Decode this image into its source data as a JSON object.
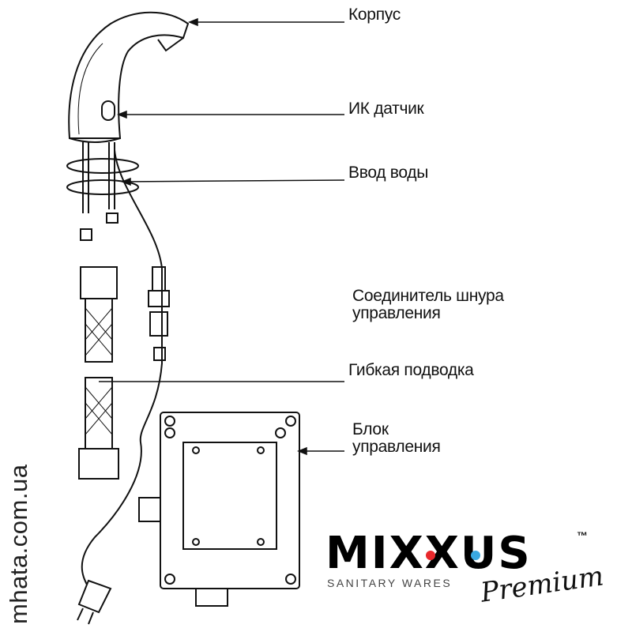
{
  "labels": {
    "body": "Корпус",
    "ir_sensor": "ИК датчик",
    "water_inlet": "Ввод воды",
    "connector_line1": "Соединитель шнура",
    "connector_line2": "управления",
    "flex_hose": "Гибкая подводка",
    "control_unit_line1": "Блок",
    "control_unit_line2": "управления"
  },
  "watermark": "mhata.com.ua",
  "logo": {
    "brand": "MIXXUS",
    "trademark": "™",
    "tagline": "SANITARY WARES",
    "script": "Premium",
    "dot_colors": [
      "#e8282c",
      "#3aa8e0"
    ]
  }
}
